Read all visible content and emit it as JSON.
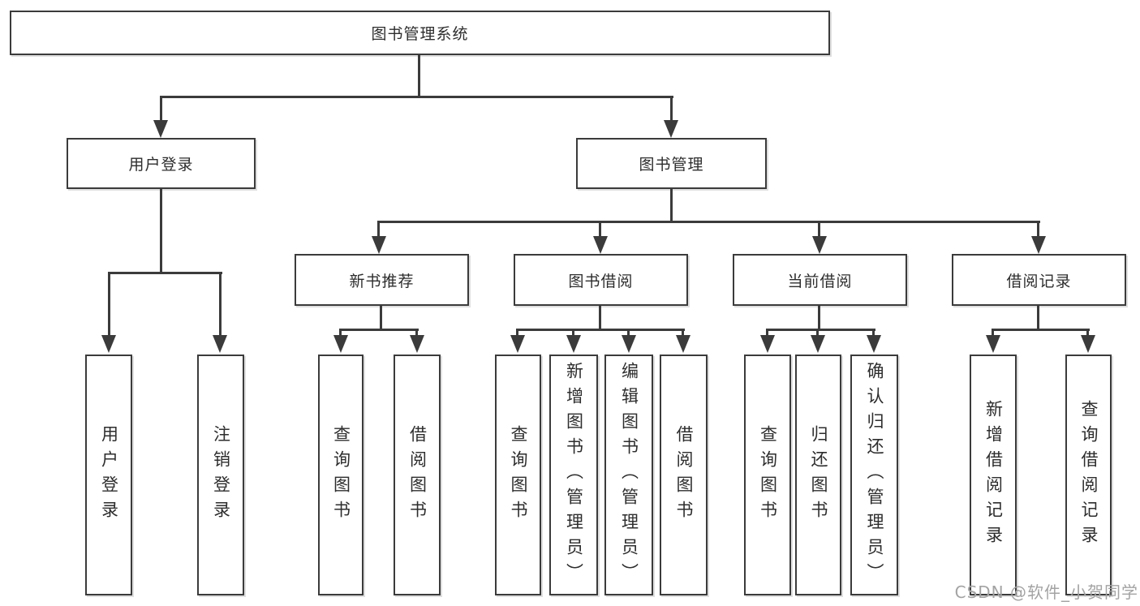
{
  "colors": {
    "line": "#3b3b3b",
    "text": "#2d2d2d",
    "watermark_gray": "#a3a3a3",
    "background": "#ffffff"
  },
  "watermark": "CSDN @软件_小贺同学",
  "tree": {
    "root": {
      "label": "图书管理系统",
      "children": [
        {
          "label": "用户登录",
          "children": [
            {
              "label": "用户登录"
            },
            {
              "label": "注销登录"
            }
          ]
        },
        {
          "label": "图书管理",
          "children": [
            {
              "label": "新书推荐",
              "children": [
                {
                  "label": "查询图书"
                },
                {
                  "label": "借阅图书"
                }
              ]
            },
            {
              "label": "图书借阅",
              "children": [
                {
                  "label": "查询图书"
                },
                {
                  "label": "新增图书（管理员）"
                },
                {
                  "label": "编辑图书（管理员）"
                },
                {
                  "label": "借阅图书"
                }
              ]
            },
            {
              "label": "当前借阅",
              "children": [
                {
                  "label": "查询图书"
                },
                {
                  "label": "归还图书"
                },
                {
                  "label": "确认归还（管理员）"
                }
              ]
            },
            {
              "label": "借阅记录",
              "children": [
                {
                  "label": "新增借阅记录"
                },
                {
                  "label": "查询借阅记录"
                }
              ]
            }
          ]
        }
      ]
    }
  }
}
